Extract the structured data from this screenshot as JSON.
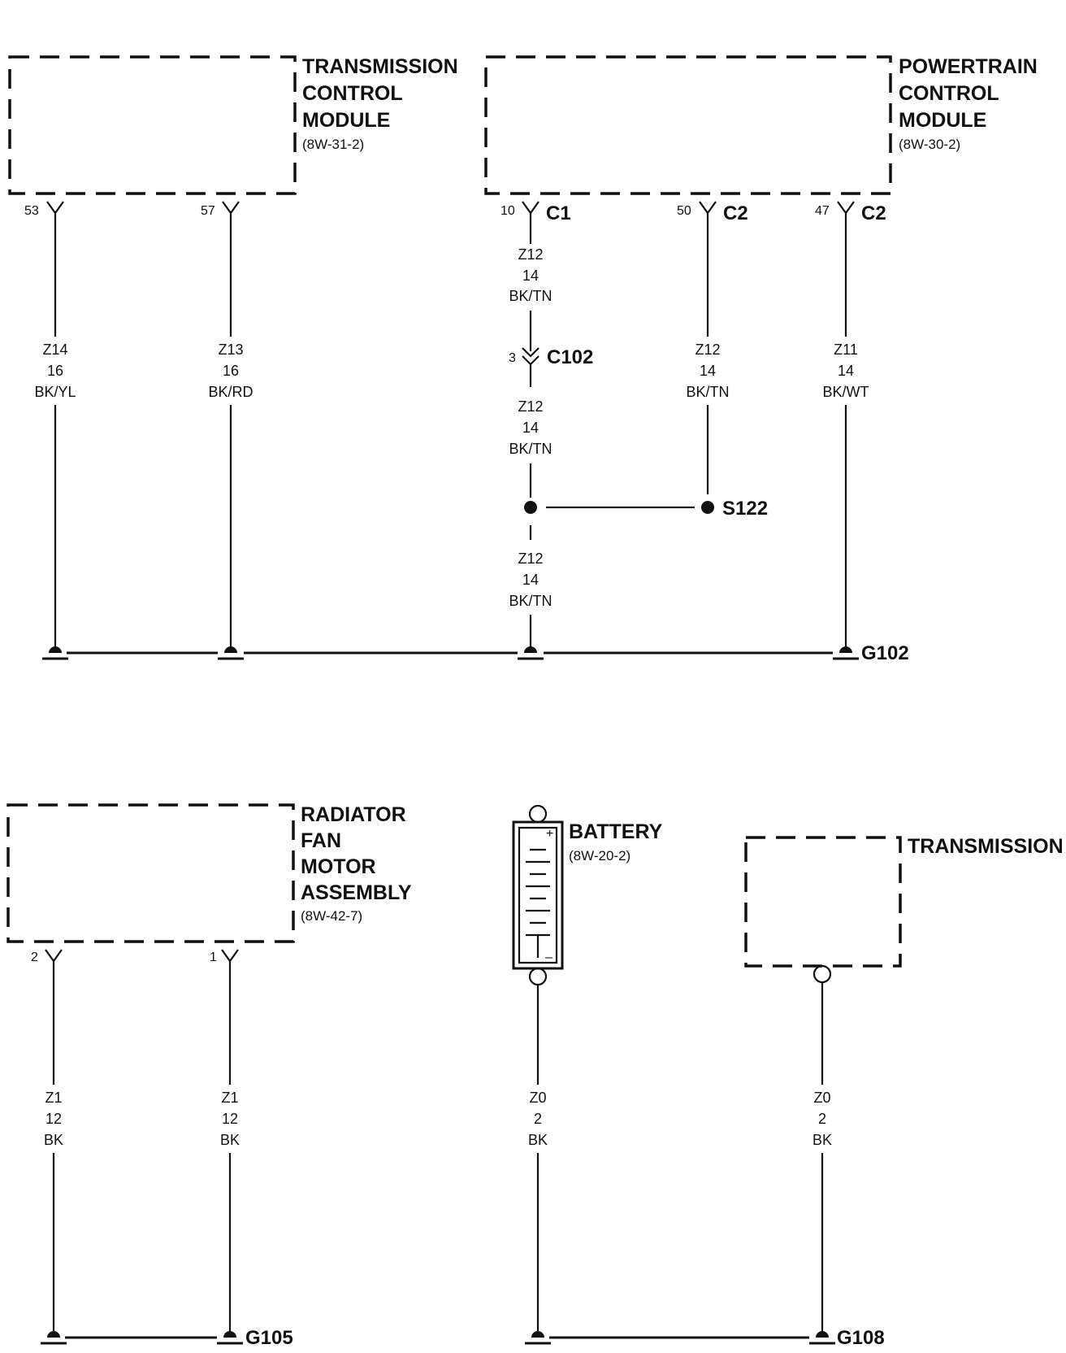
{
  "components": {
    "tcm": {
      "lines": [
        "TRANSMISSION",
        "CONTROL",
        "MODULE"
      ],
      "ref": "(8W-31-2)"
    },
    "pcm": {
      "lines": [
        "POWERTRAIN",
        "CONTROL",
        "MODULE"
      ],
      "ref": "(8W-30-2)"
    },
    "fan": {
      "lines": [
        "RADIATOR",
        "FAN",
        "MOTOR",
        "ASSEMBLY"
      ],
      "ref": "(8W-42-7)"
    },
    "battery": {
      "lines": [
        "BATTERY"
      ],
      "ref": "(8W-20-2)",
      "plus": "+",
      "minus": "–"
    },
    "trans": {
      "lines": [
        "TRANSMISSION"
      ]
    }
  },
  "pins": {
    "tcm_53": "53",
    "tcm_57": "57",
    "pcm_10": {
      "pin": "10",
      "connector": "C1"
    },
    "pcm_50": {
      "pin": "50",
      "connector": "C2"
    },
    "pcm_47": {
      "pin": "47",
      "connector": "C2"
    },
    "fan_2": "2",
    "fan_1": "1"
  },
  "inline_connector": {
    "pin": "3",
    "name": "C102"
  },
  "splice": {
    "name": "S122"
  },
  "wires": {
    "tcm_53": [
      "Z14",
      "16",
      "BK/YL"
    ],
    "tcm_57": [
      "Z13",
      "16",
      "BK/RD"
    ],
    "pcm_10_upper": [
      "Z12",
      "14",
      "BK/TN"
    ],
    "pcm_10_mid": [
      "Z12",
      "14",
      "BK/TN"
    ],
    "pcm_10_lower": [
      "Z12",
      "14",
      "BK/TN"
    ],
    "pcm_50": [
      "Z12",
      "14",
      "BK/TN"
    ],
    "pcm_47": [
      "Z11",
      "14",
      "BK/WT"
    ],
    "fan_2": [
      "Z1",
      "12",
      "BK"
    ],
    "fan_1": [
      "Z1",
      "12",
      "BK"
    ],
    "battery": [
      "Z0",
      "2",
      "BK"
    ],
    "trans": [
      "Z0",
      "2",
      "BK"
    ]
  },
  "grounds": {
    "g102": "G102",
    "g105": "G105",
    "g108": "G108"
  }
}
